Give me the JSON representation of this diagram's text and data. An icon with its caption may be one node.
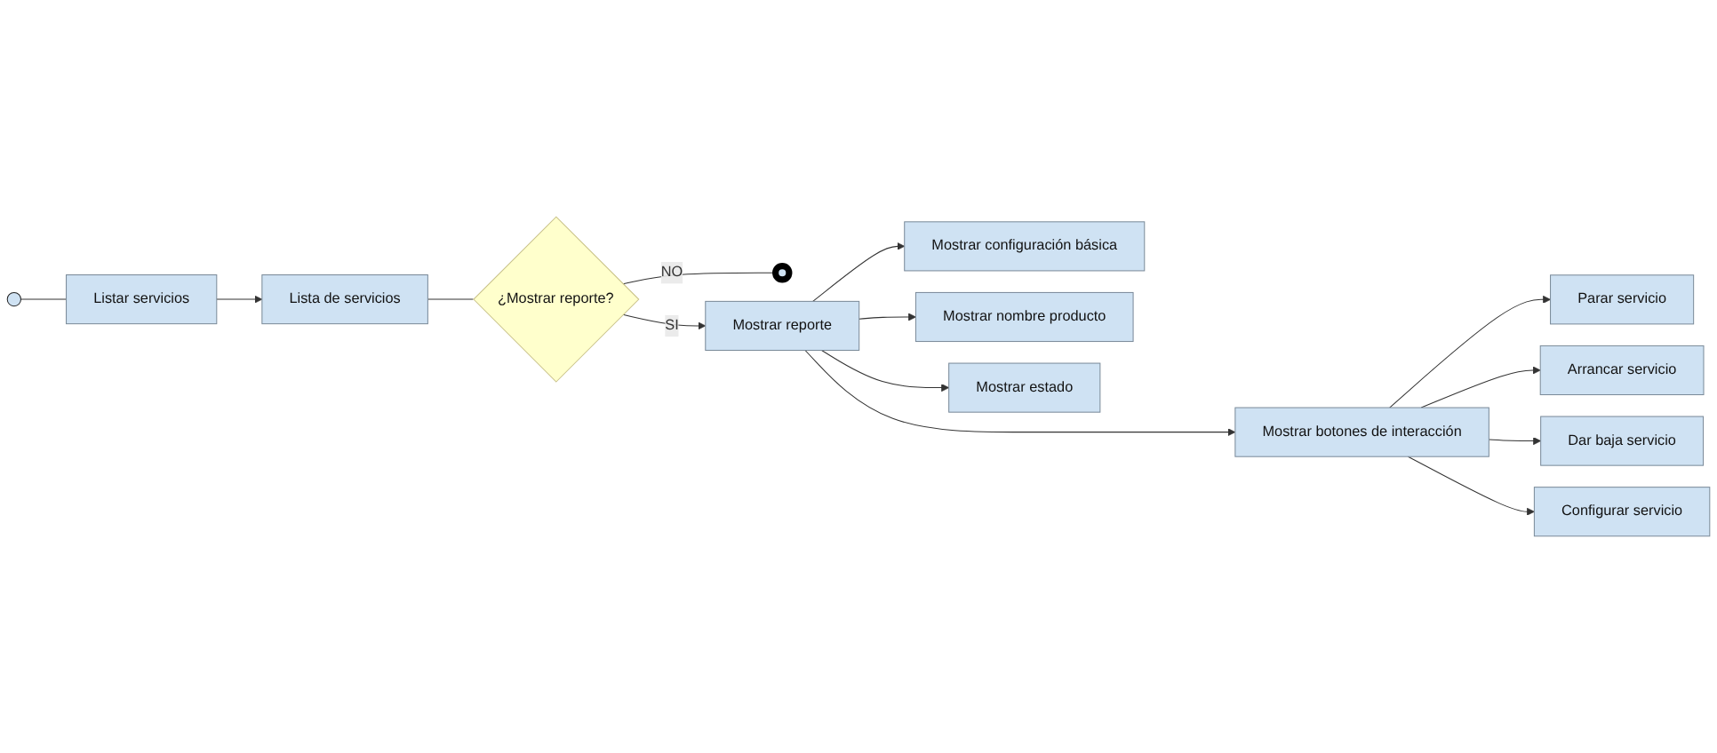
{
  "diagram": {
    "nodes": [
      {
        "text": [],
        "shape": "circle"
      },
      {
        "text": [
          "Listar servicios"
        ]
      },
      {
        "text": [
          "Lista de servicios"
        ]
      },
      {
        "text": [
          "¿Mostrar reporte?"
        ]
      },
      {
        "text": [],
        "shape": "circle"
      },
      {
        "text": [
          "Mostrar reporte"
        ]
      },
      {
        "text": [
          "Mostrar configuración básica"
        ]
      },
      {
        "text": [
          "Mostrar nombre producto"
        ]
      },
      {
        "text": [
          "Mostrar estado"
        ]
      },
      {
        "text": [
          "Mostrar botones de interacción"
        ]
      },
      {
        "text": [
          "Parar servicio"
        ]
      },
      {
        "text": [
          "Arrancar servicio"
        ]
      },
      {
        "text": [
          "Dar baja servicio"
        ]
      },
      {
        "text": [
          "Configurar servicio"
        ]
      }
    ],
    "edges": [
      {
        "from": 0,
        "to": 1,
        "arrow": "none"
      },
      {
        "from": 1,
        "to": 2,
        "arrow": "to"
      },
      {
        "from": 2,
        "to": 3,
        "arrow": "none"
      },
      {
        "from": 3,
        "to": 4,
        "arrow": "none",
        "label": "NO"
      },
      {
        "from": 3,
        "to": 5,
        "arrow": "to",
        "label": "SI"
      },
      {
        "from": 5,
        "to": 6,
        "arrow": "to"
      },
      {
        "from": 5,
        "to": 7,
        "arrow": "to"
      },
      {
        "from": 5,
        "to": 8,
        "arrow": "to"
      },
      {
        "from": 5,
        "to": 9,
        "arrow": "to"
      },
      {
        "from": 9,
        "to": 10,
        "arrow": "to"
      },
      {
        "from": 9,
        "to": 11,
        "arrow": "to"
      },
      {
        "from": 9,
        "to": 12,
        "arrow": "to"
      },
      {
        "from": 9,
        "to": 13,
        "arrow": "to"
      }
    ]
  }
}
